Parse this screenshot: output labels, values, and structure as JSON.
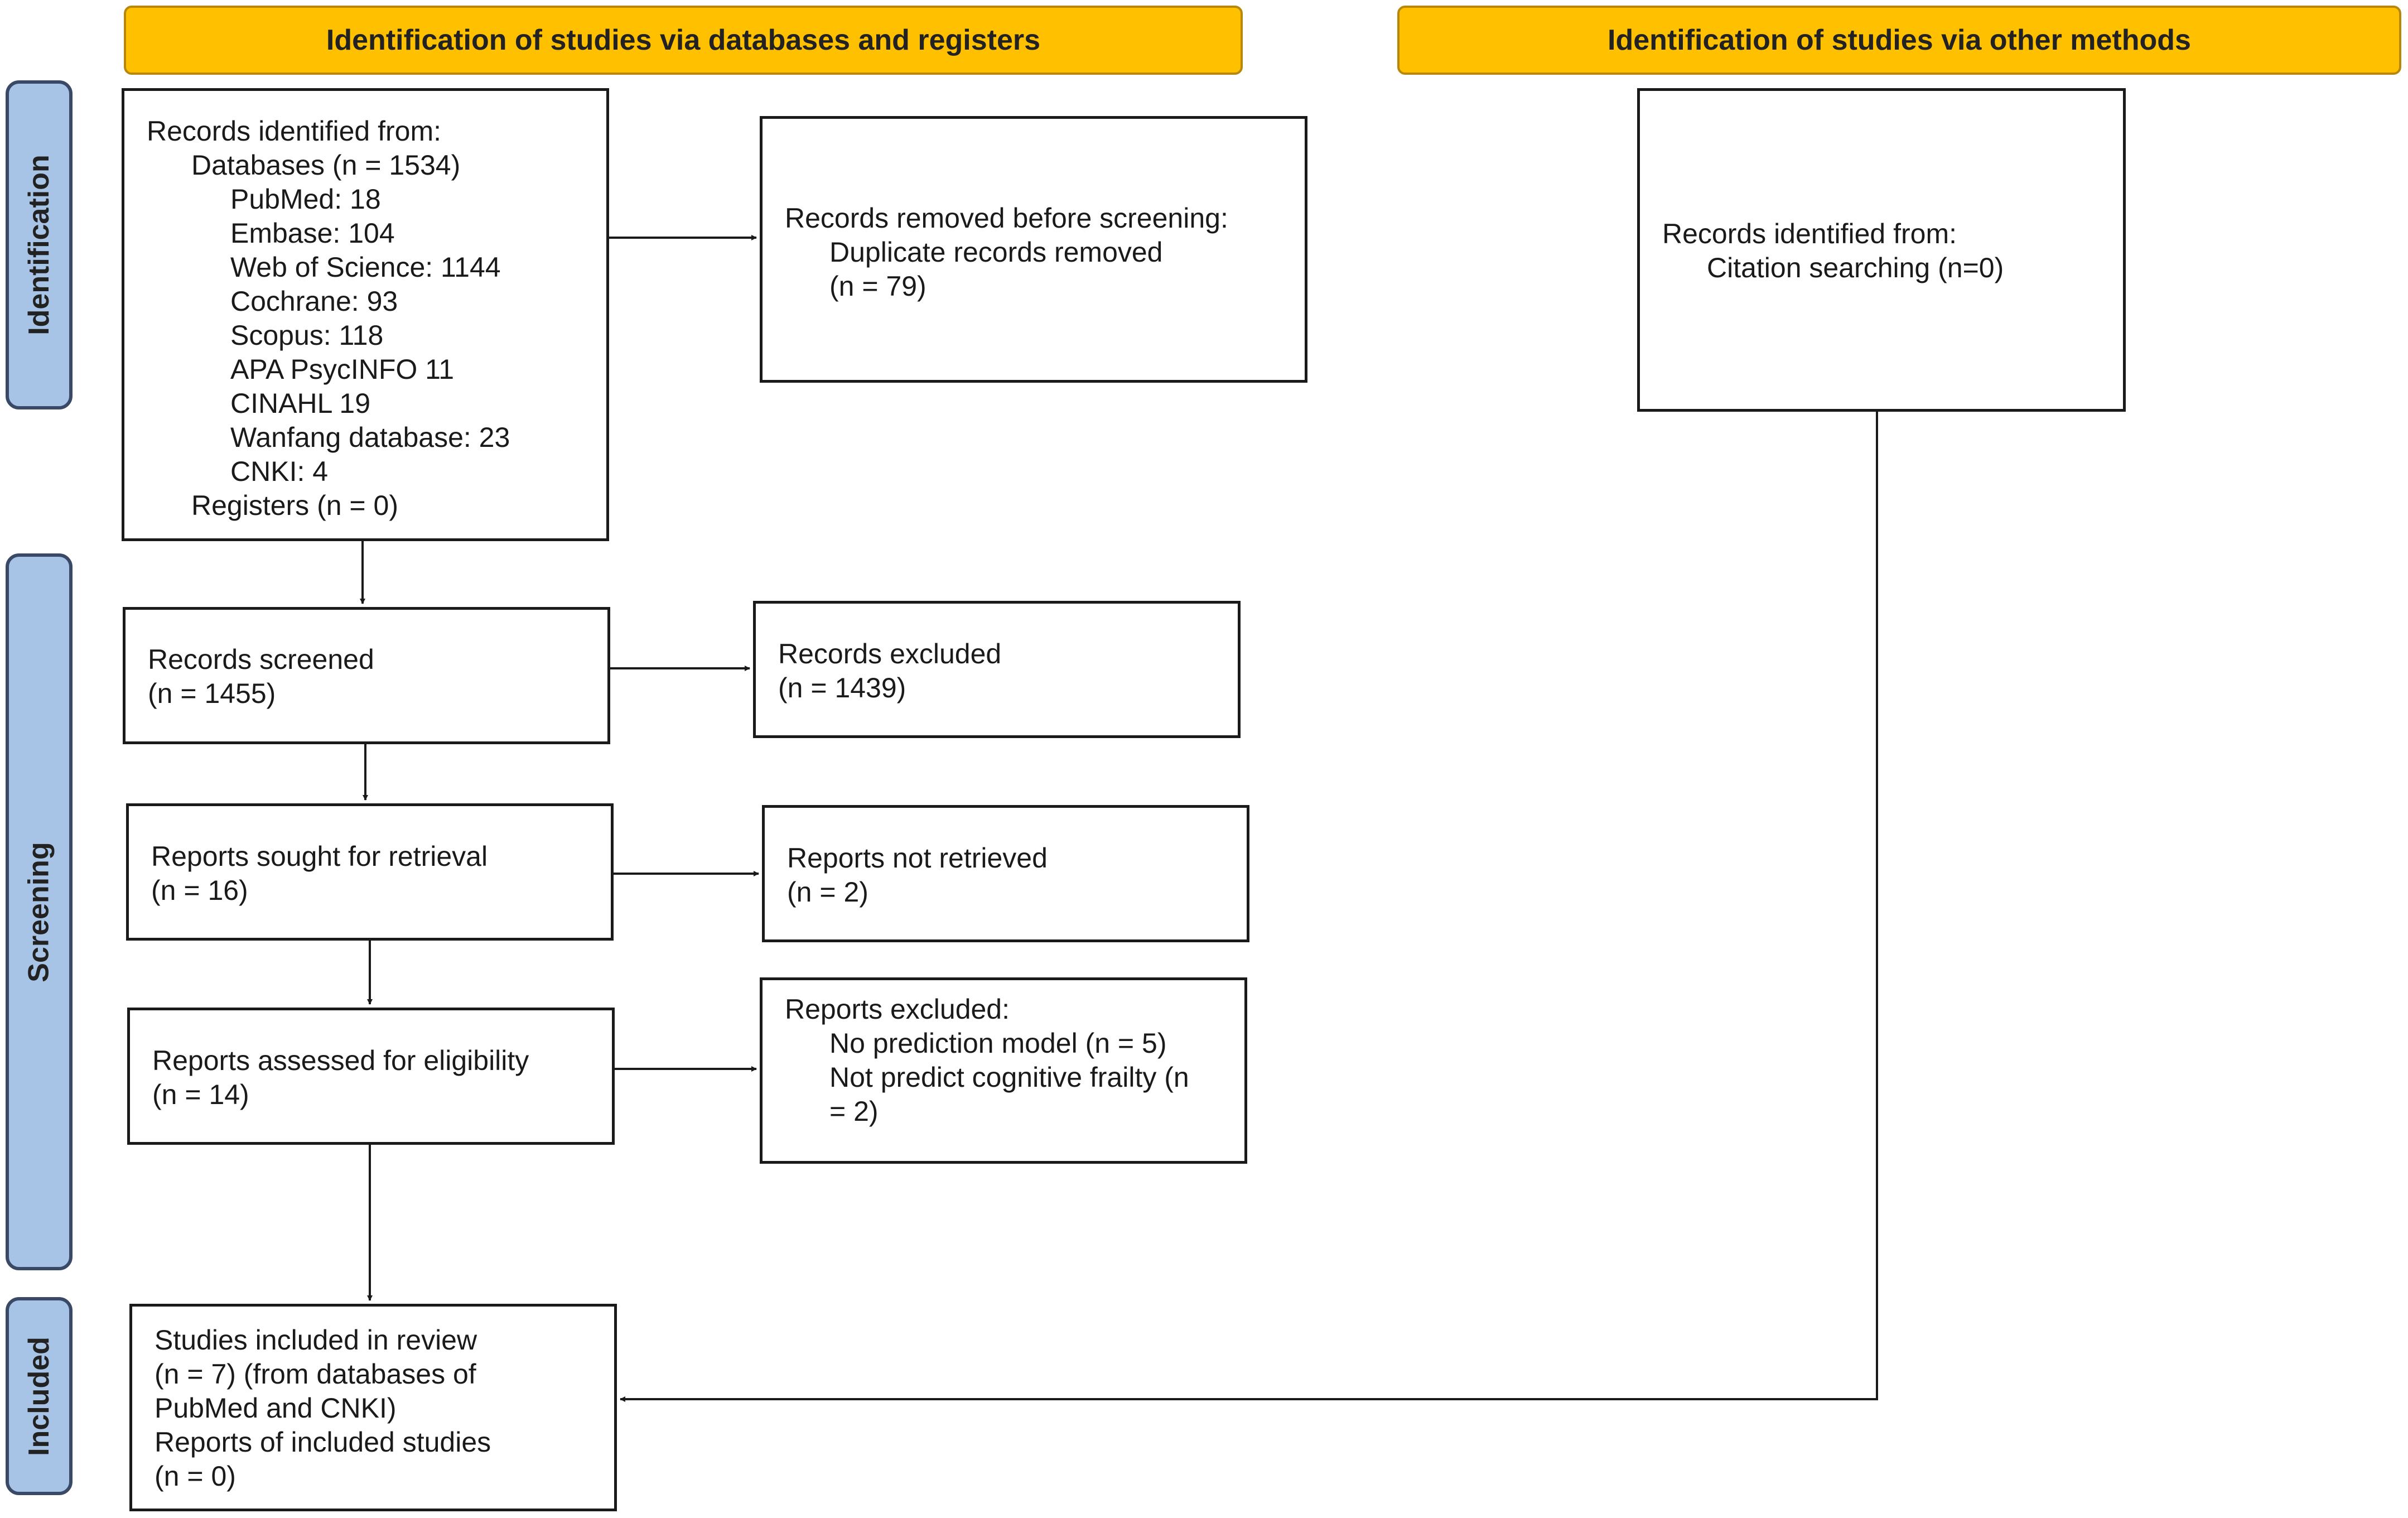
{
  "headers": {
    "databases": "Identification of studies via databases and registers",
    "other": "Identification of studies via other methods"
  },
  "stages": {
    "identification": "Identification",
    "screening": "Screening",
    "included": "Included"
  },
  "records_identified": {
    "title": "Records identified from:",
    "databases": "Databases (n = 1534)",
    "sources": [
      "PubMed: 18",
      "Embase: 104",
      "Web of Science: 1144",
      "Cochrane: 93",
      "Scopus: 118",
      "APA PsycINFO 11",
      "CINAHL 19",
      "Wanfang database: 23",
      "CNKI: 4"
    ],
    "registers": "Registers (n = 0)"
  },
  "records_removed": {
    "title": "Records removed before screening:",
    "line1": "Duplicate records removed",
    "line2": "(n = 79)"
  },
  "other_methods": {
    "title": "Records identified from:",
    "line1": "Citation searching (n=0)"
  },
  "records_screened": {
    "title": "Records screened",
    "count": "(n = 1455)"
  },
  "records_excluded": {
    "title": "Records excluded",
    "count": "(n = 1439)"
  },
  "reports_sought": {
    "title": "Reports sought for retrieval",
    "count": "(n = 16)"
  },
  "reports_not_retrieved": {
    "title": "Reports not retrieved",
    "count": "(n = 2)"
  },
  "reports_assessed": {
    "title": "Reports assessed for eligibility",
    "count": "(n = 14)"
  },
  "reports_excluded": {
    "title": "Reports excluded:",
    "reason1": "No prediction model (n = 5)",
    "reason2_a": "Not predict cognitive frailty (n",
    "reason2_b": "= 2)"
  },
  "studies_included": {
    "line1": "Studies included in review",
    "line2": "(n = 7) (from databases of",
    "line3": "PubMed and CNKI)",
    "line4": "Reports of included studies",
    "line5": "(n = 0)"
  }
}
